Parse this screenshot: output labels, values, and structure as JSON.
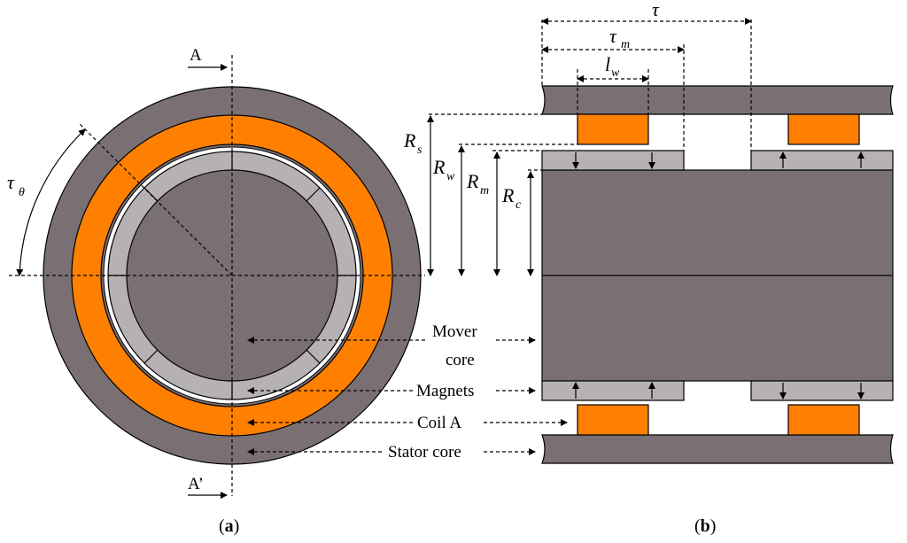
{
  "colors": {
    "iron": "#7a7074",
    "coil": "#ff8000",
    "magnet": "#b6b1b4",
    "line": "#000000",
    "background": "#ffffff"
  },
  "section_labels": {
    "top": "A",
    "bottom": "A’"
  },
  "symbols": {
    "tau_theta": {
      "base": "τ",
      "sub": "θ"
    },
    "tau": {
      "base": "τ"
    },
    "tau_m": {
      "base": "τ",
      "sub": "m"
    },
    "l_w": {
      "base": "l",
      "sub": "w"
    },
    "R_s": {
      "base": "R",
      "sub": "s"
    },
    "R_w": {
      "base": "R",
      "sub": "w"
    },
    "R_m": {
      "base": "R",
      "sub": "m"
    },
    "R_c": {
      "base": "R",
      "sub": "c"
    }
  },
  "callouts": {
    "mover_core_line1": "Mover",
    "mover_core_line2": "core",
    "magnets": "Magnets",
    "coil_a": "Coil A",
    "stator_core": "Stator core"
  },
  "captions": {
    "a": {
      "open": "(",
      "letter": "a",
      "close": ")"
    },
    "b": {
      "open": "(",
      "letter": "b",
      "close": ")"
    }
  }
}
